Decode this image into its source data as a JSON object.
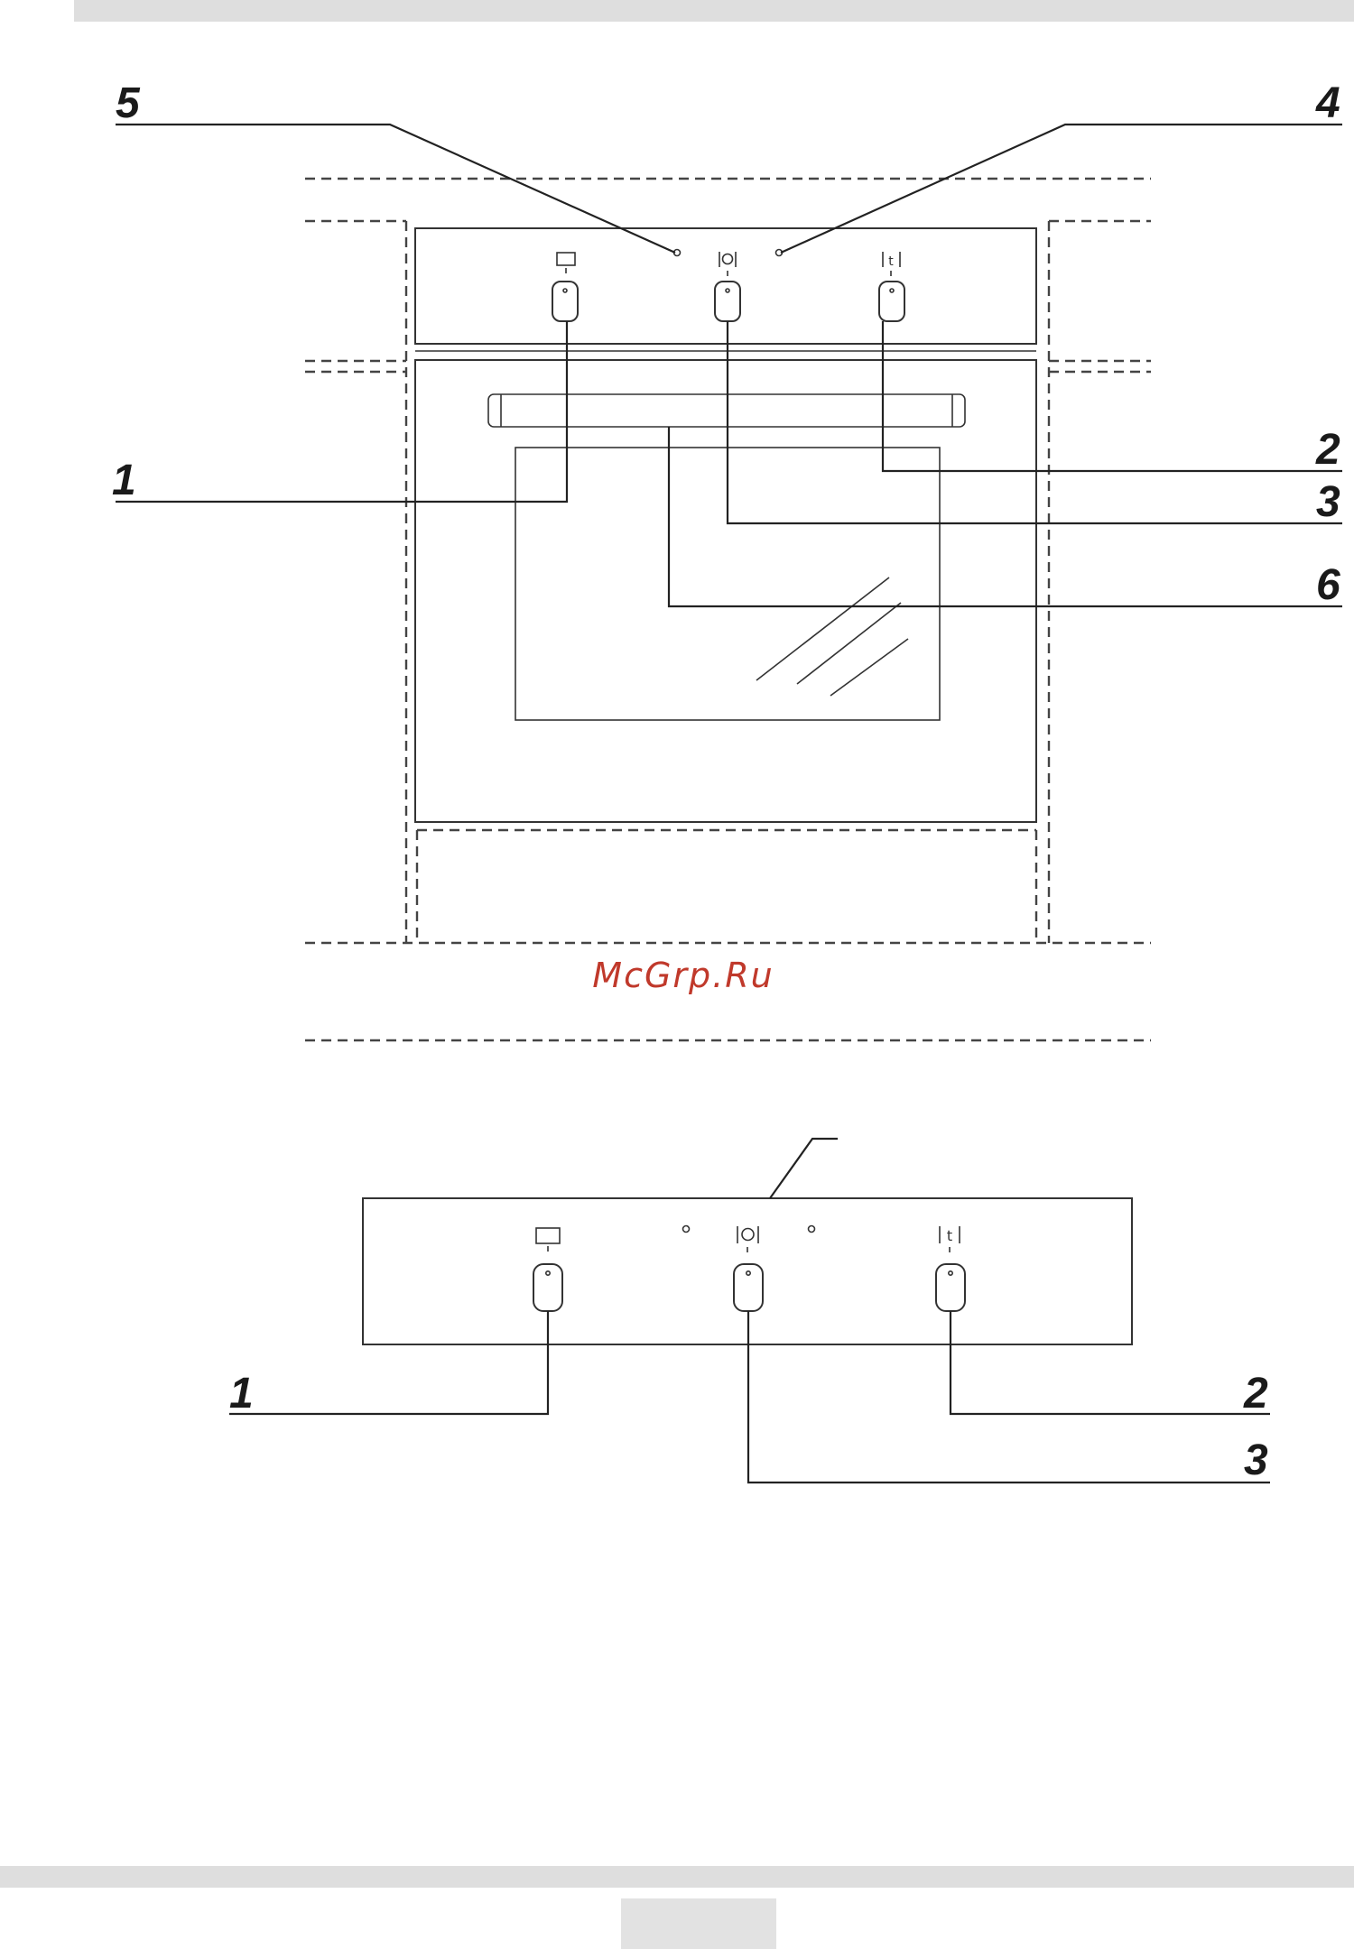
{
  "page": {
    "top_band_color": "#dedede",
    "bottom_band_color": "#dedede",
    "page_tab_color": "#e2e2e2"
  },
  "watermark": {
    "text": "McGrp.Ru",
    "color": "#c0392b"
  },
  "oven_view": {
    "callouts": [
      {
        "id": "5",
        "text": "5"
      },
      {
        "id": "4",
        "text": "4"
      },
      {
        "id": "1",
        "text": "1"
      },
      {
        "id": "2",
        "text": "2"
      },
      {
        "id": "3",
        "text": "3"
      },
      {
        "id": "6",
        "text": "6"
      }
    ],
    "icons": [
      "selector-square-icon",
      "timer-clock-icon",
      "temperature-icon"
    ]
  },
  "panel_view": {
    "callouts": [
      {
        "id": "1",
        "text": "1"
      },
      {
        "id": "2",
        "text": "2"
      },
      {
        "id": "3",
        "text": "3"
      }
    ],
    "icons": [
      "selector-square-icon",
      "timer-clock-icon",
      "temperature-icon"
    ]
  }
}
